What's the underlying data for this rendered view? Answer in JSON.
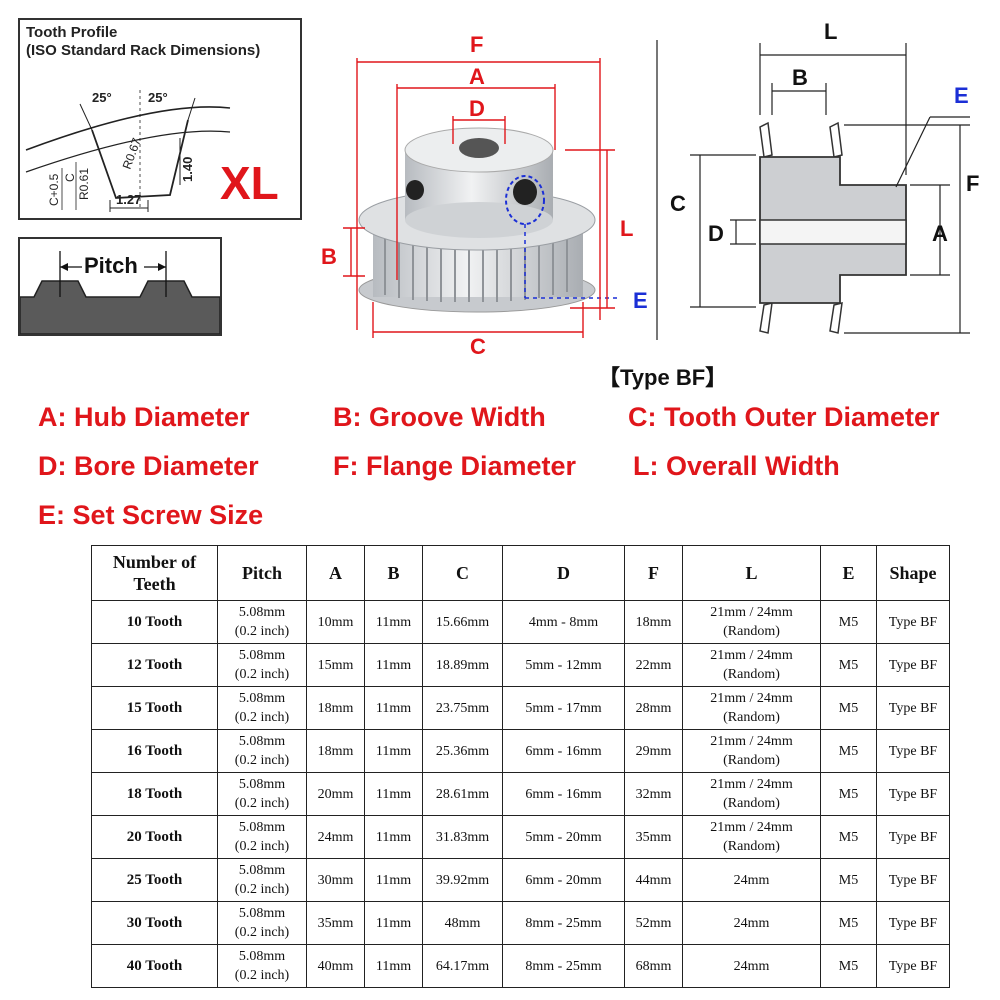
{
  "tooth_profile": {
    "title_line1": "Tooth Profile",
    "title_line2": "(ISO Standard Rack Dimensions)",
    "angle_left": "25°",
    "angle_right": "25°",
    "r067": "R0.67",
    "r061": "R0.61",
    "dim_140": "1.40",
    "dim_127": "1.27",
    "c_label": "C",
    "c05_label": "C+0.5",
    "profile_name": "XL"
  },
  "pitch_box": {
    "label": "Pitch"
  },
  "pulley_labels": {
    "F": "F",
    "A": "A",
    "D": "D",
    "B": "B",
    "L": "L",
    "C": "C",
    "E": "E"
  },
  "section_labels": {
    "L": "L",
    "B": "B",
    "E": "E",
    "C": "C",
    "F": "F",
    "D": "D",
    "A": "A"
  },
  "type_caption": "【Type BF】",
  "legend": [
    {
      "key": "A:",
      "value": "Hub Diameter"
    },
    {
      "key": "B:",
      "value": "Groove Width"
    },
    {
      "key": "C:",
      "value": "Tooth Outer Diameter"
    },
    {
      "key": "D:",
      "value": "Bore Diameter"
    },
    {
      "key": "F:",
      "value": "Flange Diameter"
    },
    {
      "key": "L:",
      "value": "Overall Width"
    },
    {
      "key": "E:",
      "value": "Set Screw Size"
    }
  ],
  "table": {
    "headers": {
      "teeth_1": "Number of",
      "teeth_2": "Teeth",
      "pitch": "Pitch",
      "a": "A",
      "b": "B",
      "c": "C",
      "d": "D",
      "f": "F",
      "l": "L",
      "e": "E",
      "shape": "Shape"
    },
    "rows": [
      {
        "teeth": "10 Tooth",
        "pitch1": "5.08mm",
        "pitch2": "(0.2 inch)",
        "a": "10mm",
        "b": "11mm",
        "c": "15.66mm",
        "d": "4mm - 8mm",
        "f": "18mm",
        "l1": "21mm / 24mm",
        "l2": "(Random)",
        "e": "M5",
        "shape": "Type BF"
      },
      {
        "teeth": "12 Tooth",
        "pitch1": "5.08mm",
        "pitch2": "(0.2 inch)",
        "a": "15mm",
        "b": "11mm",
        "c": "18.89mm",
        "d": "5mm - 12mm",
        "f": "22mm",
        "l1": "21mm / 24mm",
        "l2": "(Random)",
        "e": "M5",
        "shape": "Type BF"
      },
      {
        "teeth": "15 Tooth",
        "pitch1": "5.08mm",
        "pitch2": "(0.2 inch)",
        "a": "18mm",
        "b": "11mm",
        "c": "23.75mm",
        "d": "5mm - 17mm",
        "f": "28mm",
        "l1": "21mm / 24mm",
        "l2": "(Random)",
        "e": "M5",
        "shape": "Type BF"
      },
      {
        "teeth": "16 Tooth",
        "pitch1": "5.08mm",
        "pitch2": "(0.2 inch)",
        "a": "18mm",
        "b": "11mm",
        "c": "25.36mm",
        "d": "6mm - 16mm",
        "f": "29mm",
        "l1": "21mm / 24mm",
        "l2": "(Random)",
        "e": "M5",
        "shape": "Type BF"
      },
      {
        "teeth": "18 Tooth",
        "pitch1": "5.08mm",
        "pitch2": "(0.2 inch)",
        "a": "20mm",
        "b": "11mm",
        "c": "28.61mm",
        "d": "6mm - 16mm",
        "f": "32mm",
        "l1": "21mm / 24mm",
        "l2": "(Random)",
        "e": "M5",
        "shape": "Type BF"
      },
      {
        "teeth": "20 Tooth",
        "pitch1": "5.08mm",
        "pitch2": "(0.2 inch)",
        "a": "24mm",
        "b": "11mm",
        "c": "31.83mm",
        "d": "5mm - 20mm",
        "f": "35mm",
        "l1": "21mm / 24mm",
        "l2": "(Random)",
        "e": "M5",
        "shape": "Type BF"
      },
      {
        "teeth": "25 Tooth",
        "pitch1": "5.08mm",
        "pitch2": "(0.2 inch)",
        "a": "30mm",
        "b": "11mm",
        "c": "39.92mm",
        "d": "6mm - 20mm",
        "f": "44mm",
        "l1": "24mm",
        "l2": "",
        "e": "M5",
        "shape": "Type BF"
      },
      {
        "teeth": "30 Tooth",
        "pitch1": "5.08mm",
        "pitch2": "(0.2 inch)",
        "a": "35mm",
        "b": "11mm",
        "c": "48mm",
        "d": "8mm - 25mm",
        "f": "52mm",
        "l1": "24mm",
        "l2": "",
        "e": "M5",
        "shape": "Type BF"
      },
      {
        "teeth": "40 Tooth",
        "pitch1": "5.08mm",
        "pitch2": "(0.2 inch)",
        "a": "40mm",
        "b": "11mm",
        "c": "64.17mm",
        "d": "8mm - 25mm",
        "f": "68mm",
        "l1": "24mm",
        "l2": "",
        "e": "M5",
        "shape": "Type BF"
      }
    ]
  },
  "colors": {
    "dimension_red": "#e0161b",
    "e_blue": "#1b2fd6",
    "aluminium": "#d6d8db"
  }
}
